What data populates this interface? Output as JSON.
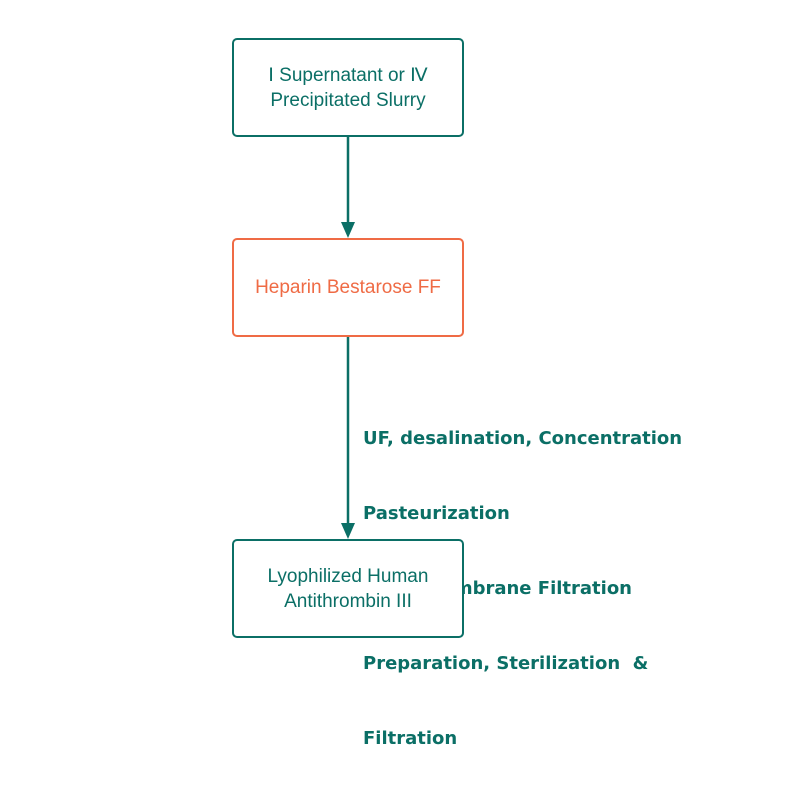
{
  "colors": {
    "primary": "#0b6f66",
    "highlight": "#ef6b45",
    "background": "#ffffff"
  },
  "nodes": [
    {
      "label": "Ⅰ Supernatant or Ⅳ\nPrecipitated Slurry"
    },
    {
      "label": "Heparin Bestarose FF"
    },
    {
      "label": "Lyophilized Human\nAntithrombin III"
    }
  ],
  "process_steps": [
    "UF, desalination, Concentration",
    "Pasteurization",
    "Nano-membrane Filtration",
    "Preparation, Sterilization  &",
    "Filtration"
  ]
}
